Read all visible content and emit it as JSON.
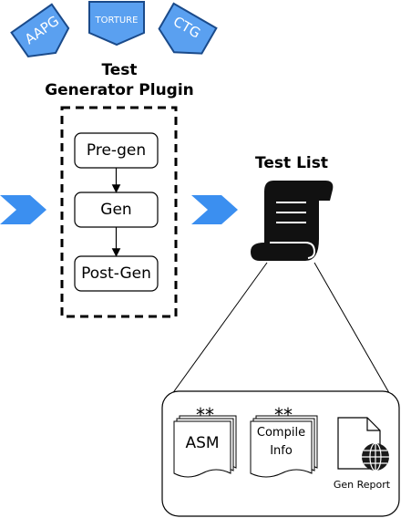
{
  "badges": [
    {
      "label": "AAPG"
    },
    {
      "label": "TORTURE"
    },
    {
      "label": "CTG"
    }
  ],
  "plugin": {
    "title_line1": "Test",
    "title_line2": "Generator Plugin",
    "stages": [
      "Pre-gen",
      "Gen",
      "Post-Gen"
    ]
  },
  "test_list": {
    "title": "Test List"
  },
  "outputs": {
    "asm_label": "ASM",
    "asm_marker": "**",
    "compile_label_line1": "Compile",
    "compile_label_line2": "Info",
    "compile_marker": "**",
    "report_label": "Gen Report"
  },
  "colors": {
    "badge_fill": "#5aa0f0",
    "badge_stroke": "#1a4a8a",
    "arrow_blue": "#3b8ff0",
    "scroll_black": "#111111"
  }
}
